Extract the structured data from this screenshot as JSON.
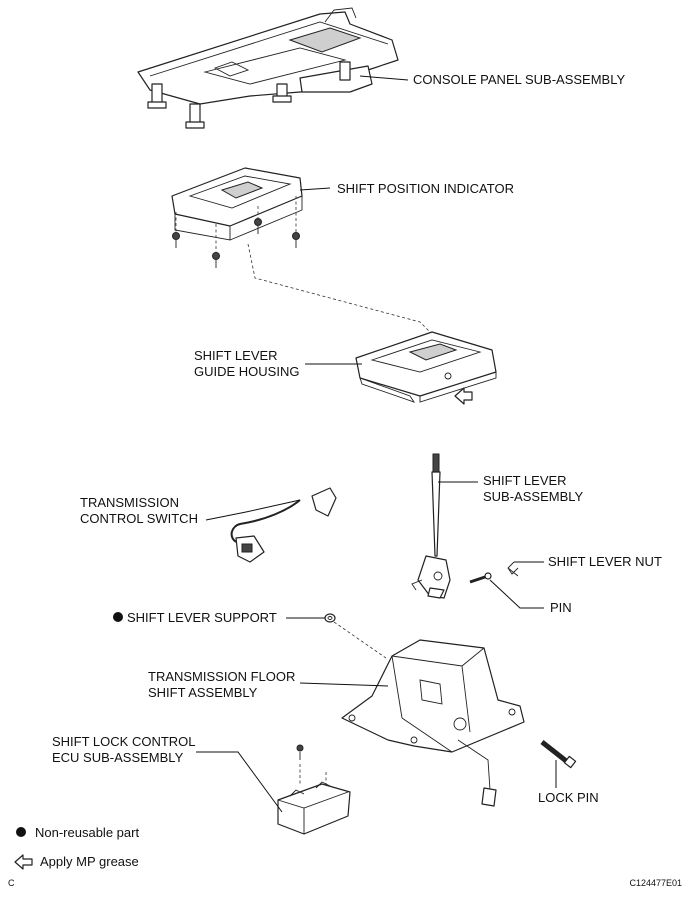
{
  "labels": {
    "console_panel": "CONSOLE PANEL SUB-ASSEMBLY",
    "shift_position_indicator": "SHIFT POSITION INDICATOR",
    "guide_housing_1": "SHIFT LEVER",
    "guide_housing_2": "GUIDE HOUSING",
    "shift_lever_1": "SHIFT LEVER",
    "shift_lever_2": "SUB-ASSEMBLY",
    "tcs_1": "TRANSMISSION",
    "tcs_2": "CONTROL SWITCH",
    "shift_lever_nut": "SHIFT LEVER NUT",
    "pin": "PIN",
    "shift_lever_support": "SHIFT LEVER SUPPORT",
    "floor_shift_1": "TRANSMISSION FLOOR",
    "floor_shift_2": "SHIFT ASSEMBLY",
    "ecu_1": "SHIFT LOCK CONTROL",
    "ecu_2": "ECU SUB-ASSEMBLY",
    "lock_pin": "LOCK PIN"
  },
  "legend": {
    "non_reusable": "Non-reusable part",
    "grease": "Apply MP grease"
  },
  "corner_left": "C",
  "figure_id": "C124477E01"
}
